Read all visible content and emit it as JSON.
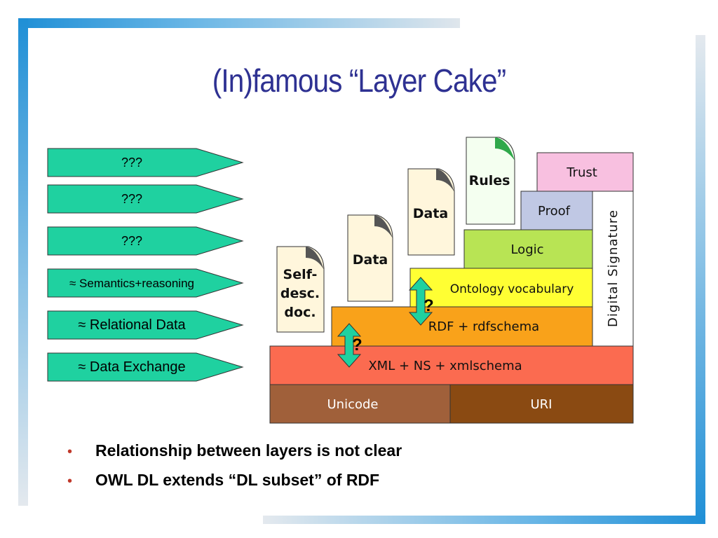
{
  "slide": {
    "title": "(In)famous “Layer Cake”",
    "arrows": [
      {
        "label": "???"
      },
      {
        "label": "???"
      },
      {
        "label": "???"
      },
      {
        "label": "≈ Semantics+reasoning"
      },
      {
        "label": "≈ Relational Data"
      },
      {
        "label": "≈ Data Exchange"
      }
    ],
    "cake": {
      "unicode": "Unicode",
      "uri": "URI",
      "xml": "XML + NS + xmlschema",
      "rdf": "RDF + rdfschema",
      "ontology": "Ontology vocabulary",
      "logic": "Logic",
      "proof": "Proof",
      "trust": "Trust",
      "signature": "Digital Signature",
      "rules": "Rules",
      "data1": "Data",
      "data2": "Data",
      "selfdesc": [
        "Self-",
        "desc.",
        "doc."
      ],
      "question1": "?",
      "question2": "?"
    },
    "bullets": [
      "Relationship between layers is not clear",
      "OWL DL extends “DL subset” of RDF"
    ]
  },
  "colors": {
    "accent_title": "#2e3192",
    "arrow_fill": "#1fd1a0",
    "unicode": "#a0603a",
    "uri": "#8a4a12",
    "xml": "#fb6b50",
    "rdf": "#f9a21a",
    "ontology": "#ffff33",
    "logic": "#b8e454",
    "proof": "#c0c8e4",
    "trust": "#f8c0e0",
    "bullet": "#c0392b"
  }
}
